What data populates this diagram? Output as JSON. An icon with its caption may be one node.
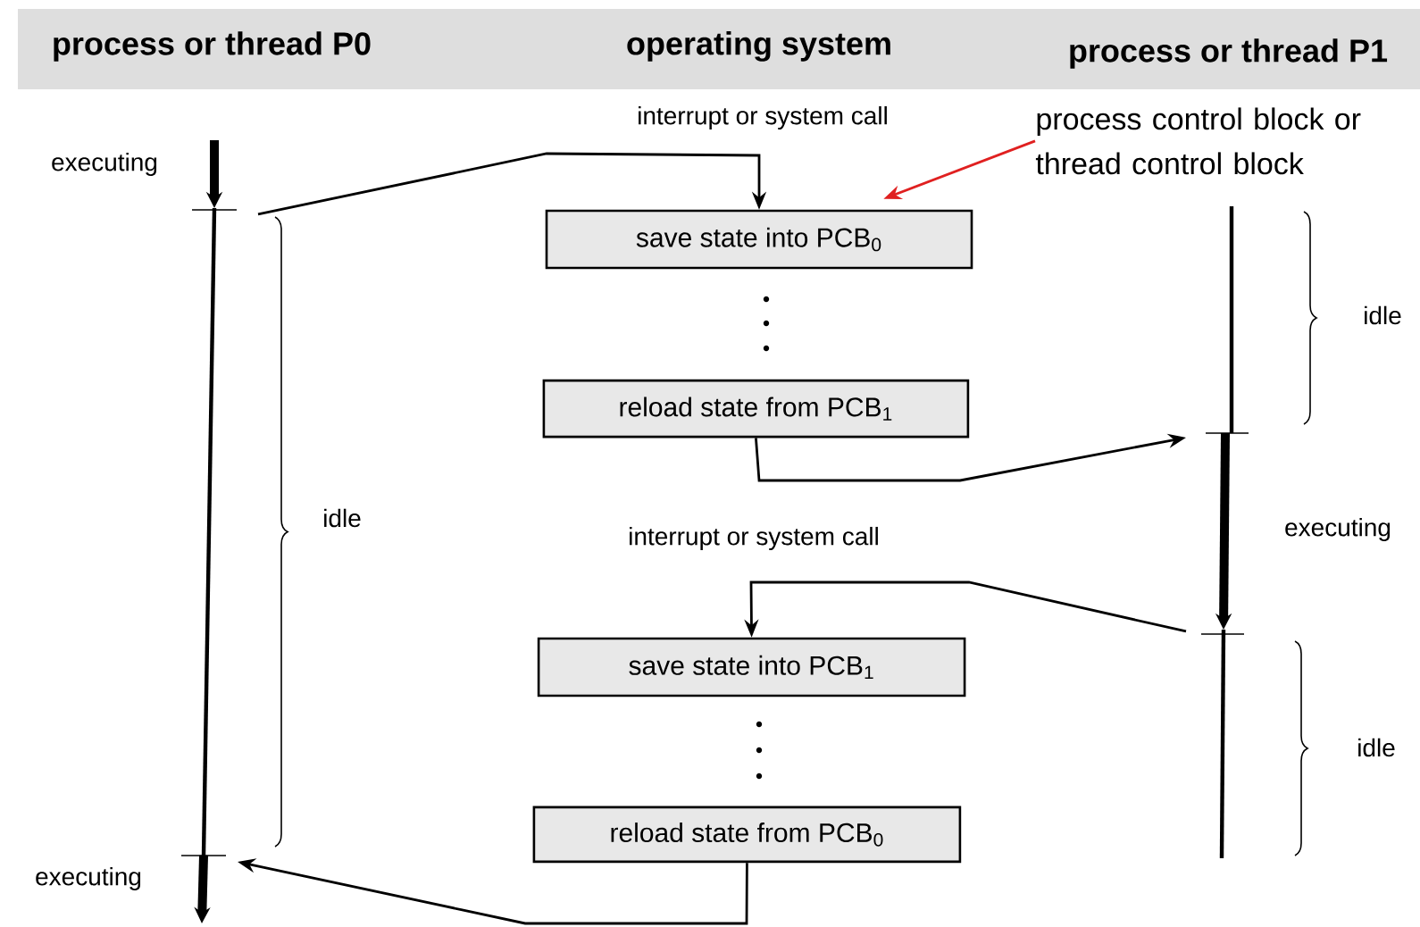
{
  "diagram": {
    "nodes": [
      {
        "text": [
          "save state into PCB$_{0}$"
        ]
      },
      {
        "text": [
          "reload state from PCB$_{1}$"
        ]
      },
      {
        "text": [
          "save state into PCB$_{1}$"
        ]
      },
      {
        "text": [
          "reload state from PCB$_{0}$"
        ]
      },
      {
        "text": [
          "process control block or thread control block"
        ]
      }
    ],
    "edges": [
      {
        "from": null,
        "to": 0,
        "arrow": "to"
      },
      {
        "from": 1,
        "to": null,
        "arrow": "to"
      },
      {
        "from": null,
        "to": 2,
        "arrow": "to"
      },
      {
        "from": 3,
        "to": null,
        "arrow": "to"
      },
      {
        "from": 4,
        "to": 0,
        "arrow": "to",
        "color": "#e02020"
      }
    ],
    "labels": [
      "process or thread P0",
      "operating system",
      "process or thread P1",
      "interrupt or system call",
      "executing",
      "idle",
      "idle",
      "executing",
      "interrupt or system call",
      "idle",
      "executing"
    ]
  }
}
